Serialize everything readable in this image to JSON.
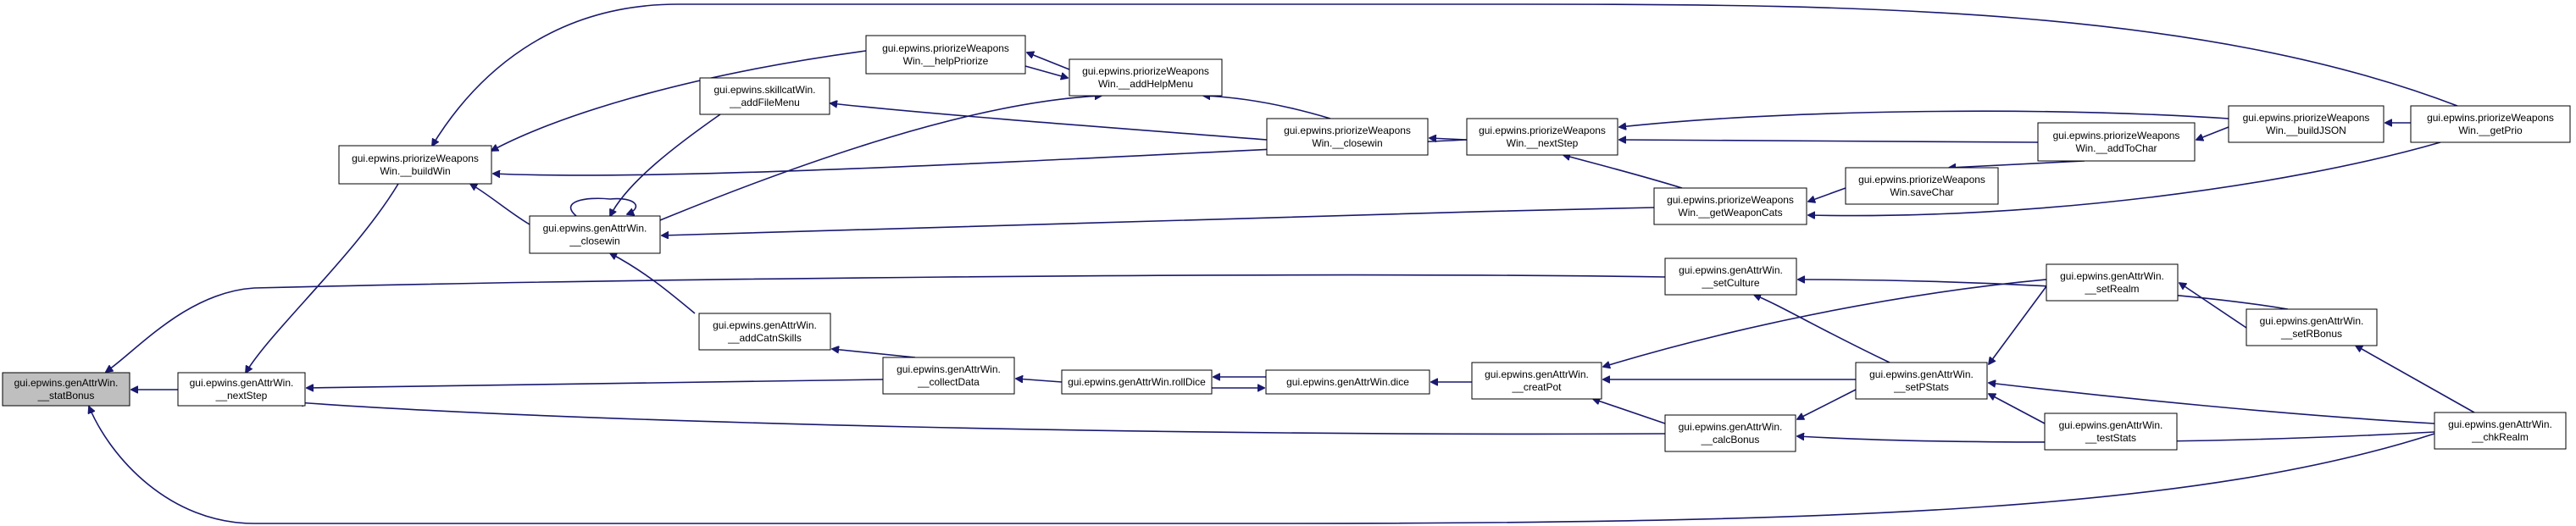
{
  "diagram": {
    "colors": {
      "edge": "#191970",
      "root_fill": "#bfbfbf",
      "node_fill": "#ffffff",
      "node_stroke": "#000000"
    },
    "nodes": {
      "statBonus": [
        "gui.epwins.genAttrWin.",
        "__statBonus"
      ],
      "nextStepAttr": [
        "gui.epwins.genAttrWin.",
        "__nextStep"
      ],
      "buildWin": [
        "gui.epwins.priorizeWeapons",
        "Win.__buildWin"
      ],
      "helpPriorize": [
        "gui.epwins.priorizeWeapons",
        "Win.__helpPriorize"
      ],
      "addFileMenu": [
        "gui.epwins.skillcatWin.",
        "__addFileMenu"
      ],
      "closewinAttr": [
        "gui.epwins.genAttrWin.",
        "__closewin"
      ],
      "addCatnSkills": [
        "gui.epwins.genAttrWin.",
        "__addCatnSkills"
      ],
      "collectData": [
        "gui.epwins.genAttrWin.",
        "__collectData"
      ],
      "addHelpMenu": [
        "gui.epwins.priorizeWeapons",
        "Win.__addHelpMenu"
      ],
      "closewinPW": [
        "gui.epwins.priorizeWeapons",
        "Win.__closewin"
      ],
      "rollDice": [
        "gui.epwins.genAttrWin.rollDice"
      ],
      "dice": [
        "gui.epwins.genAttrWin.dice"
      ],
      "nextStepPW": [
        "gui.epwins.priorizeWeapons",
        "Win.__nextStep"
      ],
      "getWeaponCats": [
        "gui.epwins.priorizeWeapons",
        "Win.__getWeaponCats"
      ],
      "setCulture": [
        "gui.epwins.genAttrWin.",
        "__setCulture"
      ],
      "creatPot": [
        "gui.epwins.genAttrWin.",
        "__creatPot"
      ],
      "calcBonus": [
        "gui.epwins.genAttrWin.",
        "__calcBonus"
      ],
      "saveChar": [
        "gui.epwins.priorizeWeapons",
        "Win.saveChar"
      ],
      "setPStats": [
        "gui.epwins.genAttrWin.",
        "__setPStats"
      ],
      "addToChar": [
        "gui.epwins.priorizeWeapons",
        "Win.__addToChar"
      ],
      "setRealm": [
        "gui.epwins.genAttrWin.",
        "__setRealm"
      ],
      "testStats": [
        "gui.epwins.genAttrWin.",
        "__testStats"
      ],
      "buildJSON": [
        "gui.epwins.priorizeWeapons",
        "Win.__buildJSON"
      ],
      "getPrio": [
        "gui.epwins.priorizeWeapons",
        "Win.__getPrio"
      ],
      "setRBonus": [
        "gui.epwins.genAttrWin.",
        "__setRBonus"
      ],
      "chkRealm": [
        "gui.epwins.genAttrWin.",
        "__chkRealm"
      ]
    }
  }
}
